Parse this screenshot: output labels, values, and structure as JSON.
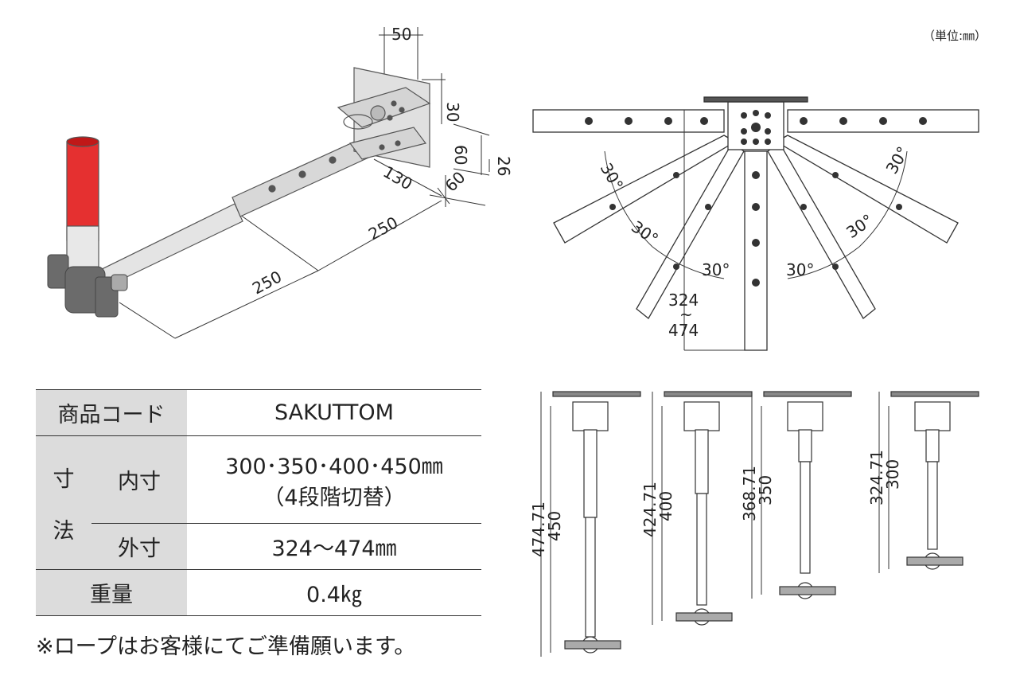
{
  "unit_note": "（単位:㎜）",
  "perspective": {
    "dims": [
      "50",
      "30",
      "60",
      "26",
      "60",
      "130",
      "250",
      "250"
    ]
  },
  "plan_view": {
    "angles": [
      "30°",
      "30°",
      "30°",
      "30°",
      "30°",
      "30°"
    ],
    "length_top": "324",
    "length_tilde": "~",
    "length_bottom": "474"
  },
  "side_views": [
    {
      "outer": "474.71",
      "inner": "450"
    },
    {
      "outer": "424.71",
      "inner": "400"
    },
    {
      "outer": "368.71",
      "inner": "350"
    },
    {
      "outer": "324.71",
      "inner": "300"
    }
  ],
  "spec_table": {
    "code_label": "商品コード",
    "code_value": "SAKUTTOM",
    "size_label_1": "寸",
    "size_label_2": "法",
    "inner_label": "内寸",
    "inner_value_1": "300･350･400･450㎜",
    "inner_value_2": "（4段階切替）",
    "outer_label": "外寸",
    "outer_value": "324～474㎜",
    "weight_label": "重量",
    "weight_value": "0.4㎏"
  },
  "note": "※ロープはお客様にてご準備願います。"
}
